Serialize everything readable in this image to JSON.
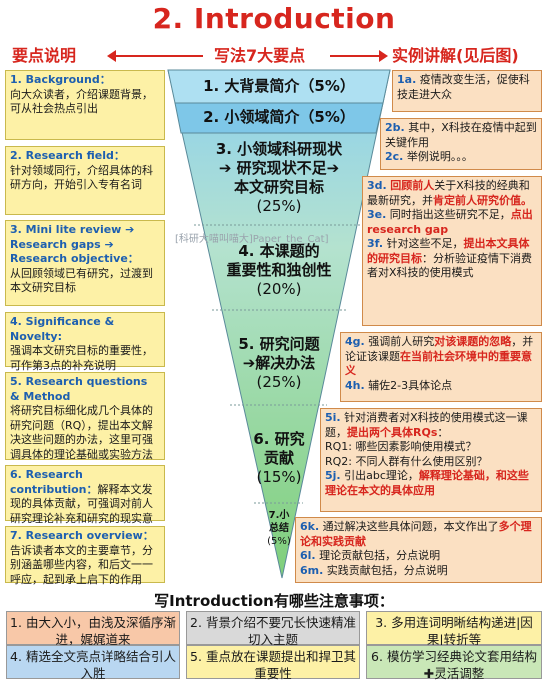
{
  "title": "2. Introduction",
  "headers": {
    "left": "要点说明",
    "middle": "写法7大要点",
    "right": "实例讲解(见后图)"
  },
  "funnel": {
    "level1": "1. 大背景简介（5%）",
    "level2": "2. 小领域简介（5%）",
    "level3_line1": "3. 小领域科研现状",
    "level3_line2": "➔ 研究现状不足➔",
    "level3_line3": "本文研究目标",
    "level3_pct": "(25%)",
    "level4_line1": "4. 本课题的",
    "level4_line2": "重要性和独创性",
    "level4_pct": "(20%)",
    "level5_line1": "5. 研究问题",
    "level5_line2": "➔解决办法",
    "level5_pct": "(25%)",
    "level6_line1": "6. 研究",
    "level6_line2": "贡献",
    "level6_pct": "(15%)",
    "level7_line1": "7.小",
    "level7_line2": "总结",
    "level7_pct": "(5%)",
    "colors": {
      "level1": "#aee0f2",
      "level2": "#7ec7e8",
      "bottom": "#8fd38a"
    }
  },
  "watermark": "[科研大喵叫喵大]Paper_the_Cat]",
  "left_notes": [
    {
      "heading": "1. Background：",
      "text": "向大众读者，介绍课题背景，可从社会热点引出"
    },
    {
      "heading": "2. Research field：",
      "text": "针对领域同行，介绍具体的科研方向，开始引入专有名词"
    },
    {
      "heading": "3. Mini lite review ➔ Research gaps ➔ Research objective：",
      "text": "从回顾领域已有研究，过渡到本文研究目标"
    },
    {
      "heading": "4. Significance & Novelty:",
      "text": "强调本文研究目标的重要性，可作第3点的补充说明"
    },
    {
      "heading": "5. Research questions & Method",
      "text": "将研究目标细化成几个具体的研究问题（RQ），提出本文解决这些问题的办法，这里可强调具体的理论基础或实验方法"
    },
    {
      "heading": "6. Research contribution：",
      "text": "解释本文发现的具体贡献，可强调对前人研究理论补充和研究的现实意义。"
    },
    {
      "heading": "7. Research overview：",
      "text": "告诉读者本文的主要章节，分别涵盖哪些内容，和后文一一呼应，起到承上启下的作用"
    }
  ],
  "right_notes": {
    "b1a": {
      "tag": "1a.",
      "text": "疫情改变生活，促使科技走进大众"
    },
    "b2": {
      "tag2b": "2b.",
      "text2b": "其中，X科技在疫情中起到关键作用",
      "tag2c": "2c.",
      "text2c": "举例说明。。。"
    },
    "b3": {
      "tag3d": "3d.",
      "red3d1": "回顾前人",
      "text3d": "关于X科技的经典和最新研究，并",
      "red3d2": "肯定前人研究价值。",
      "tag3e": "3e.",
      "text3e": "同时指出这些研究不足，",
      "red3e": "点出research gap",
      "tag3f": "3f.",
      "text3f1": "针对这些不足，",
      "red3f": "提出本文具体的研究目标",
      "text3f2": "：分析验证疫情下消费者对X科技的使用模式"
    },
    "b4": {
      "tag4g": "4g.",
      "text4g1": "强调前人研究",
      "red4g1": "对该课题的忽略",
      "text4g2": "，并论证该课题",
      "red4g2": "在当前社会环境中的重要意义",
      "tag4h": "4h.",
      "text4h": "辅佐2-3具体论点"
    },
    "b5": {
      "tag5i": "5i.",
      "text5i": "针对消费者对X科技的使用模式这一课题，",
      "red5i": "提出两个具体RQs",
      "text5i2": "：",
      "rq1": "RQ1: 哪些因素影响使用模式？",
      "rq2": "RQ2: 不同人群有什么使用区别？",
      "tag5j": "5j.",
      "text5j": "引出abc理论，",
      "red5j": "解释理论基础，和这些理论在本文的具体应用"
    },
    "b6": {
      "tag6k": "6k.",
      "text6k": "通过解决这些具体问题，本文作出了",
      "red6k": "多个理论和实践贡献",
      "tag6l": "6l.",
      "text6l": "理论贡献包括，分点说明",
      "tag6m": "6m.",
      "text6m": "实践贡献包括，分点说明"
    }
  },
  "notes_title": "写Introduction有哪些注意事项：",
  "notes": [
    {
      "text": "1. 由大入小，由浅及深循序渐进，娓娓道来",
      "color": "#f8c8a8"
    },
    {
      "text": "2. 背景介绍不要冗长快速精准切入主题",
      "color": "#d9d9d9"
    },
    {
      "text": "3. 多用连词明晰结构递进|因果|转折等",
      "color": "#fdf1a6"
    },
    {
      "text": "4. 精选全文亮点详略结合引人入胜",
      "color": "#b9d7f1"
    },
    {
      "text": "5. 重点放在课题提出和捍卫其重要性",
      "color": "#fdf1a6"
    },
    {
      "text": "6. 模仿学习经典论文套用结构✚灵活调整",
      "color": "#c9e7b7"
    }
  ]
}
